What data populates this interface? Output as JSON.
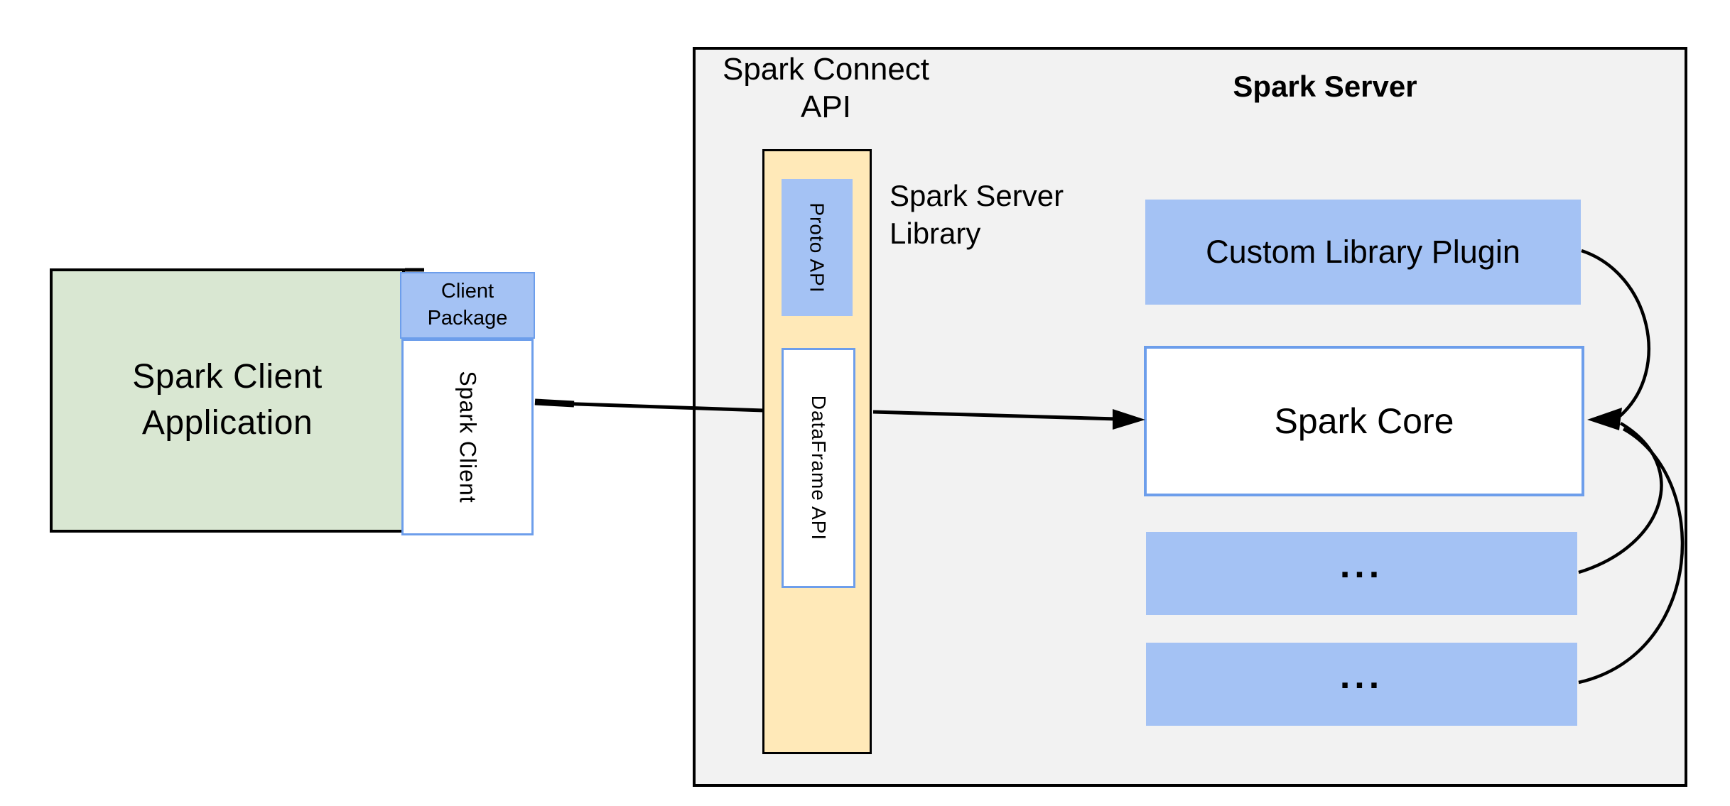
{
  "diagram": {
    "nodes": {
      "spark_client_application": "Spark Client Application",
      "client_package": "Client Package",
      "spark_client": "Spark Client",
      "proto_api": "Proto API",
      "dataframe_api": "DataFrame API",
      "custom_library_plugin": "Custom Library Plugin",
      "spark_core": "Spark Core",
      "plugin_slot_1": "...",
      "plugin_slot_2": "..."
    },
    "labels": {
      "spark_connect_api": "Spark Connect API",
      "spark_server": "Spark Server",
      "spark_server_library": "Spark Server Library"
    },
    "colors": {
      "client_app_fill": "#d9e7d2",
      "blue_fill": "#a4c2f4",
      "blue_border": "#6d9eeb",
      "library_column_fill": "#ffe9b8",
      "server_container_fill": "#f2f2f2",
      "line_color": "#000000",
      "background": "#ffffff"
    }
  }
}
